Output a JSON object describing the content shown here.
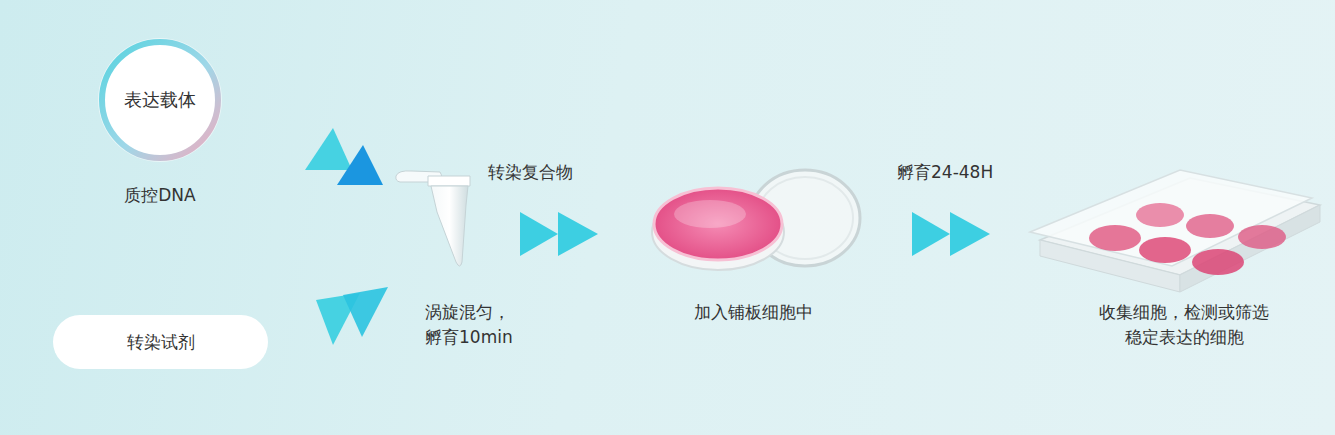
{
  "diagram": {
    "nodes": [
      {
        "text": [
          "表达载体",
          "质控DNA"
        ]
      },
      {
        "text": [
          "转染试剂"
        ]
      }
    ],
    "labels": [
      "转染复合物",
      "涡旋混匀， 孵育10min",
      "加入铺板细胞中",
      "孵育24-48H",
      "收集细胞，检测或筛选 稳定表达的细胞"
    ]
  }
}
